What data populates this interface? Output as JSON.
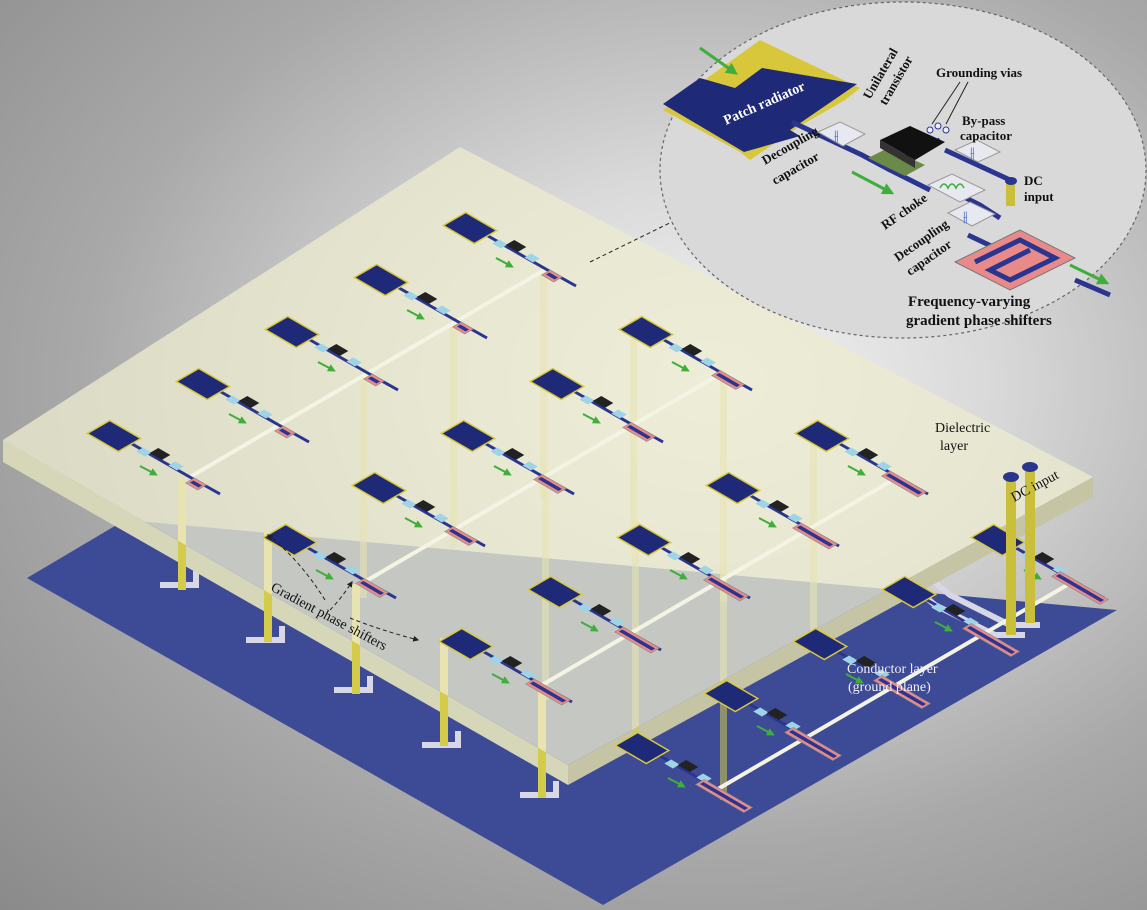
{
  "labels": {
    "dielectric": [
      "Dielectric",
      "layer"
    ],
    "dc_input_main": "DC input",
    "conductor": [
      "Conductor layer",
      "(ground plane)"
    ],
    "gradient": "Gradient phase shifters"
  },
  "inset": {
    "patch_radiator": "Patch radiator",
    "grounding_vias": "Grounding vias",
    "unilateral_transistor": [
      "Unilateral",
      "transistor"
    ],
    "bypass_capacitor": [
      "By-pass",
      "capacitor"
    ],
    "decoupling_capacitor_1": [
      "Decoupling",
      "capacitor"
    ],
    "dc_input": [
      "DC",
      "input"
    ],
    "rf_choke": "RF choke",
    "decoupling_capacitor_2": [
      "Decoupling",
      "capacitor"
    ],
    "phase_shifters": [
      "Frequency-varying",
      "gradient phase shifters"
    ]
  },
  "colors": {
    "patch": "#1e2a78",
    "patch_edge": "#d8c73a",
    "phase_shifter": "#e88a8a",
    "trace": "#2a3590",
    "arrow": "#3fae3a",
    "ground": "#3d4a96",
    "dielectric": "#e8e8cc",
    "via": "#d4cb4a"
  },
  "array": {
    "rows": 5,
    "cols": 4
  }
}
